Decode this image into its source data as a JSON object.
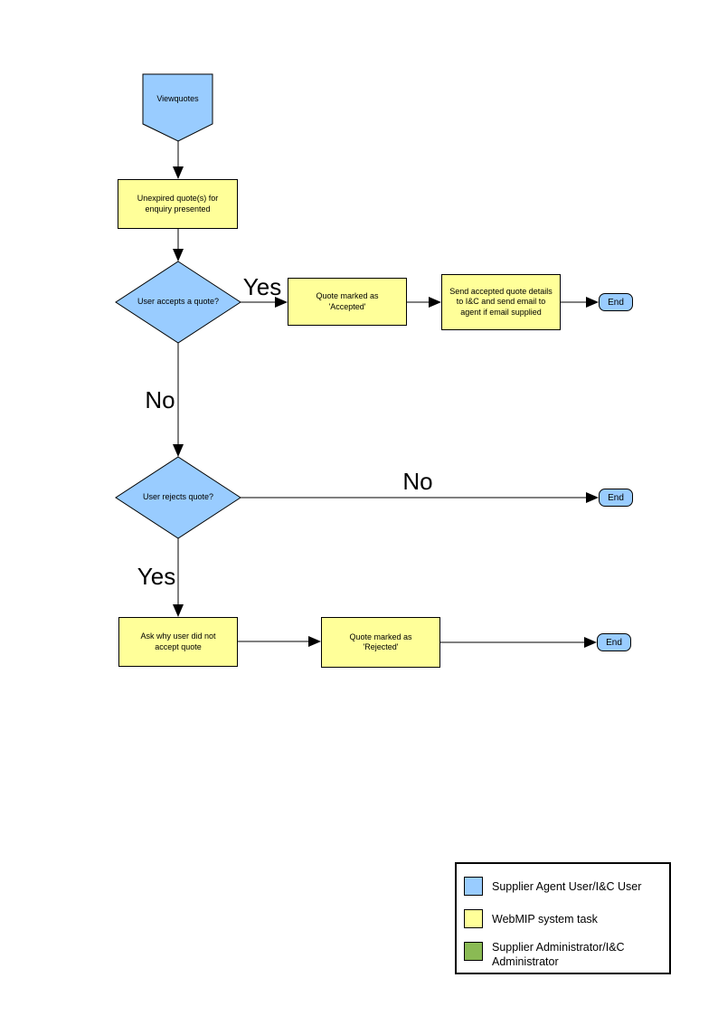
{
  "flowchart": {
    "start": {
      "label": "Viewquotes"
    },
    "boxes": {
      "unexpired": {
        "label": "Unexpired quote(s) for enquiry presented"
      },
      "accepted": {
        "label": "Quote marked as 'Accepted'"
      },
      "send_details": {
        "label": "Send accepted quote details to I&C and send email to agent if email supplied"
      },
      "ask_why": {
        "label": "Ask why user did not accept quote"
      },
      "rejected": {
        "label": "Quote marked as 'Rejected'"
      }
    },
    "decisions": {
      "accepts": {
        "label": "User accepts a quote?"
      },
      "rejects": {
        "label": "User rejects quote?"
      }
    },
    "terminators": {
      "end_accepted": "End",
      "end_no_reject": "End",
      "end_rejected": "End"
    },
    "edge_labels": {
      "accept_yes": "Yes",
      "accept_no": "No",
      "reject_no": "No",
      "reject_yes": "Yes"
    }
  },
  "legend": {
    "items": [
      {
        "icon": "blue-swatch",
        "color": "#99CCFF",
        "label": "Supplier Agent User/I&C User"
      },
      {
        "icon": "yellow-swatch",
        "color": "#FFFF99",
        "label": "WebMIP system task"
      },
      {
        "icon": "green-swatch",
        "color": "#8ABA54",
        "label": "Supplier Administrator/I&C Administrator"
      }
    ]
  },
  "colors": {
    "user_actor": "#99CCFF",
    "system_task": "#FFFF99",
    "administrator": "#8ABA54",
    "connector": "#000000"
  }
}
